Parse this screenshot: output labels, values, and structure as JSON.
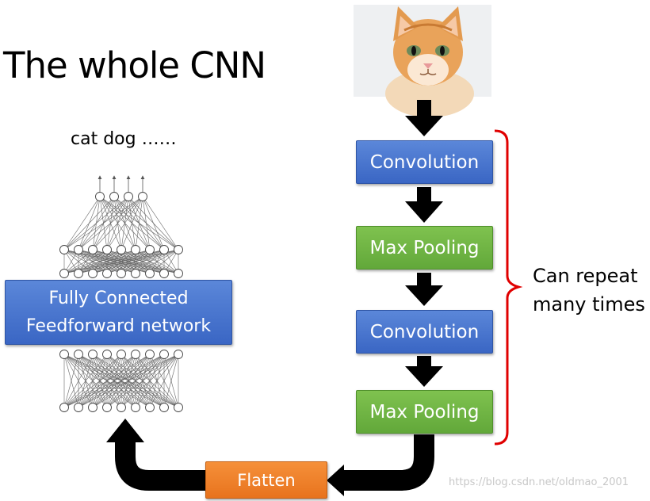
{
  "title": "The whole CNN",
  "output_classes": "cat dog ……",
  "fully_connected": {
    "line1": "Fully Connected",
    "line2": "Feedforward network"
  },
  "steps": {
    "conv1": "Convolution",
    "pool1": "Max Pooling",
    "conv2": "Convolution",
    "pool2": "Max Pooling"
  },
  "flatten": "Flatten",
  "repeat_note": {
    "line1": "Can repeat",
    "line2": "many times"
  },
  "watermark": "https://blog.csdn.net/oldmao_2001",
  "colors": {
    "conv": "#4472c4",
    "pool": "#70ad47",
    "flatten": "#ed7d31",
    "bracket": "#e00000",
    "arrow": "#000000"
  },
  "network": {
    "layer_sizes": [
      4,
      9,
      9,
      9,
      9
    ]
  }
}
